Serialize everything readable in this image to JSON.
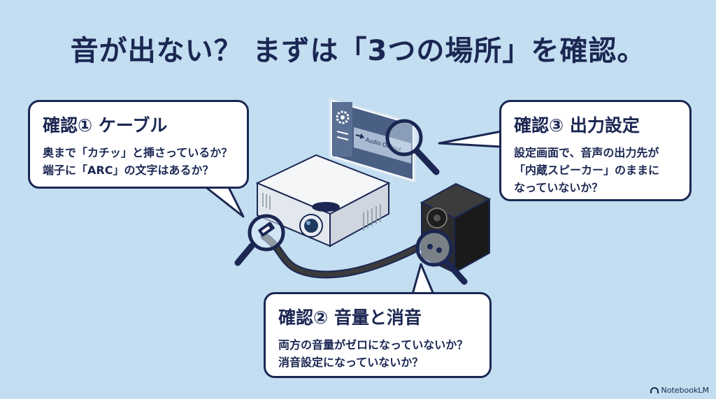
{
  "title": "音が出ない？ まずは「3つの場所」を確認。",
  "checks": [
    {
      "heading": "確認① ケーブル",
      "lines": [
        "奥まで「カチッ」と挿さっているか？",
        "端子に「ARC」の文字はあるか？"
      ]
    },
    {
      "heading": "確認② 音量と消音",
      "lines": [
        "両方の音量がゼロになっていないか？",
        "消音設定になっていないか？"
      ]
    },
    {
      "heading": "確認③ 出力設定",
      "lines": [
        "設定画面で、音声の出力先が",
        "「内蔵スピーカー」のままに",
        "なっていないか？"
      ]
    }
  ],
  "screen": {
    "menu_text": "Audio Output"
  },
  "credit": "NotebookLM",
  "colors": {
    "background": "#c3ddf1",
    "navy": "#1b2752",
    "bubble": "#ffffff",
    "speaker": "#2b2b2b",
    "projector": "#f4f6f8",
    "lens": "#1e3a5f"
  },
  "icons": [
    "gear-icon",
    "magnifier-icon",
    "hdmi-plug-icon"
  ]
}
